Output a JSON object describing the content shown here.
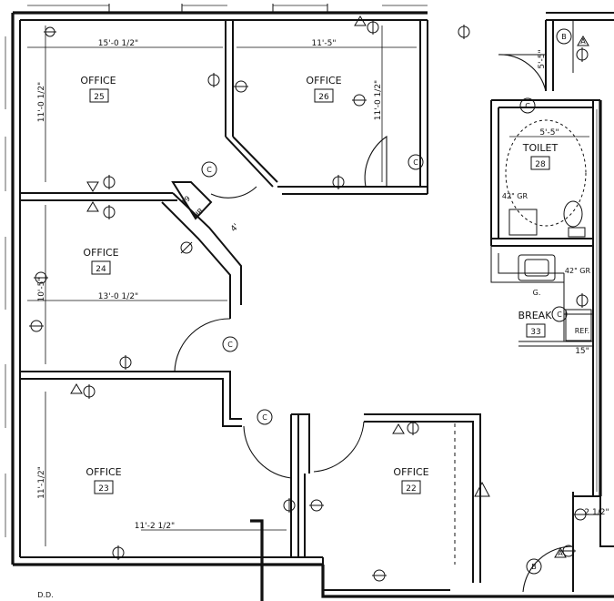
{
  "rooms": [
    {
      "label": "OFFICE",
      "number": "25"
    },
    {
      "label": "OFFICE",
      "number": "26"
    },
    {
      "label": "TOILET",
      "number": "28"
    },
    {
      "label": "OFFICE",
      "number": "24"
    },
    {
      "label": "OFFICE",
      "number": "23"
    },
    {
      "label": "OFFICE",
      "number": "22"
    },
    {
      "label": "BREAK",
      "number": "33"
    }
  ],
  "closet": {
    "number": "19",
    "name": "HB"
  },
  "dimensions": [
    "15'-0 1/2\"",
    "11'-5\"",
    "11'-0 1/2\"",
    "11'-0 1/2\"",
    "13'-0 1/2\"",
    "10'-5\"",
    "11'-2 1/2\"",
    "11'-1/2\"",
    "5'-5\"",
    "5'-5\"",
    "4'",
    "2 1/2\"",
    "15\""
  ],
  "notes": {
    "grab_bar": "42\" GR",
    "counter": "42\" GR",
    "break_note": "G.",
    "refrigerator": "REF.",
    "corner_note": "D.D."
  },
  "door_tags": [
    "C",
    "C",
    "C",
    "C",
    "C",
    "C",
    "B",
    "B"
  ],
  "markers": [
    "A",
    "A"
  ]
}
